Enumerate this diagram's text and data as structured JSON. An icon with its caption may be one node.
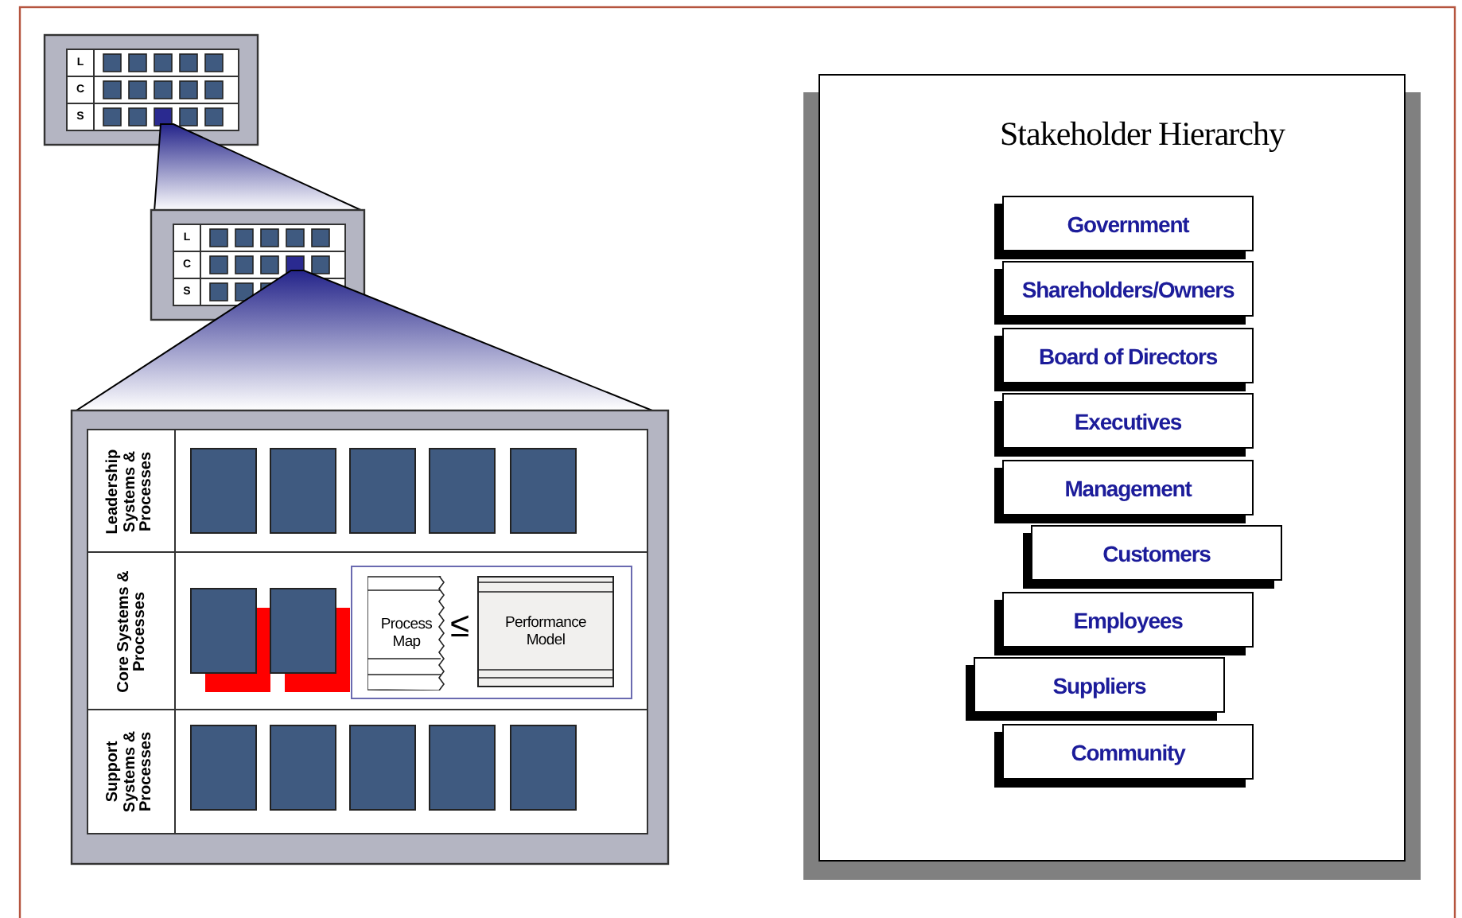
{
  "diagram": {
    "title": "Stakeholder Hierarchy",
    "nodes": [
      {
        "text": [
          "Government"
        ]
      },
      {
        "text": [
          "Shareholders/Owners"
        ]
      },
      {
        "text": [
          "Board of Directors"
        ]
      },
      {
        "text": [
          "Executives"
        ]
      },
      {
        "text": [
          "Management"
        ]
      },
      {
        "text": [
          "Customers"
        ]
      },
      {
        "text": [
          "Employees"
        ]
      },
      {
        "text": [
          "Suppliers"
        ]
      },
      {
        "text": [
          "Community"
        ]
      },
      {
        "text": [
          "Process Map"
        ]
      },
      {
        "text": [
          "Performance Model"
        ]
      }
    ],
    "labels": [
      "L",
      "C",
      "S",
      "L",
      "C",
      "S",
      "Leadership Systems & Processes",
      "Core Systems & Processes",
      "≤",
      "Support Systems & Processes"
    ]
  }
}
